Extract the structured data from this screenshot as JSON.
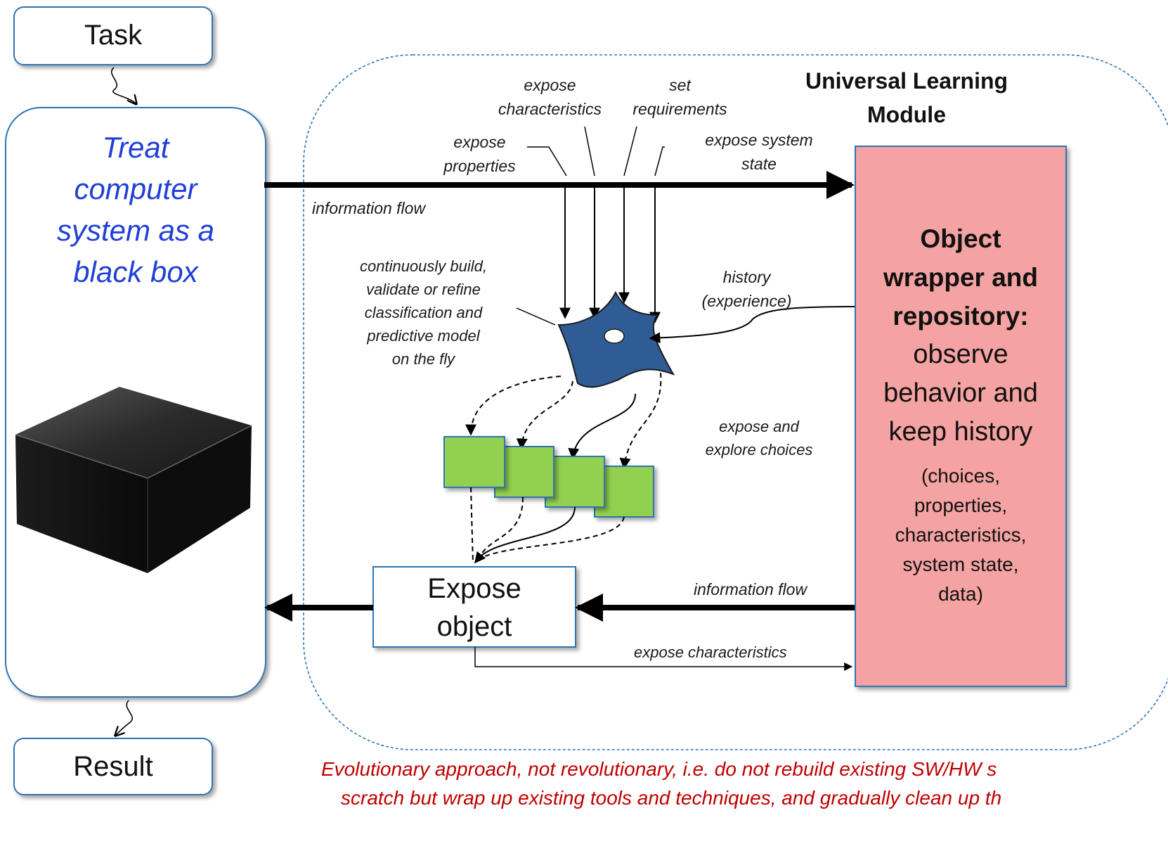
{
  "task": {
    "label": "Task"
  },
  "result": {
    "label": "Result"
  },
  "black_box_panel": {
    "lines": [
      "Treat",
      "computer",
      "system as a",
      "black box"
    ]
  },
  "module": {
    "title_lines": [
      "Universal Learning",
      "Module"
    ]
  },
  "top_labels": {
    "expose_properties": [
      "expose",
      "properties"
    ],
    "expose_characteristics": [
      "expose",
      "characteristics"
    ],
    "set_requirements": [
      "set",
      "requirements"
    ],
    "expose_system_state": [
      "expose system",
      "state"
    ]
  },
  "information_flow_top": "information flow",
  "information_flow_bottom": "information flow",
  "model_note": [
    "continuously build,",
    "validate or refine",
    "classification and",
    "predictive model",
    "on the fly"
  ],
  "history": [
    "history",
    "(experience)"
  ],
  "expose_explore": [
    "expose and",
    "explore choices"
  ],
  "expose_object": [
    "Expose",
    "object"
  ],
  "expose_characteristics_bottom": "expose characteristics",
  "repository": {
    "title_lines": [
      "Object",
      "wrapper and",
      "repository:"
    ],
    "mid_lines": [
      "observe",
      "behavior and",
      "keep history"
    ],
    "small_lines": [
      "(choices,",
      "properties,",
      "characteristics,",
      "system state,",
      "data)"
    ]
  },
  "footer_note": [
    "Evolutionary approach, not revolutionary, i.e. do not rebuild existing SW/HW s",
    "scratch but wrap up existing tools and techniques, and gradually clean up th"
  ],
  "colors": {
    "box_border": "#2e75b6",
    "neuron_fill": "#2f5c94",
    "choice_fill": "#92d050",
    "repository_fill": "#f4a2a2",
    "repository_border": "#2e75b6",
    "blue_text": "#1f3fd8",
    "red_text": "#c00000"
  }
}
